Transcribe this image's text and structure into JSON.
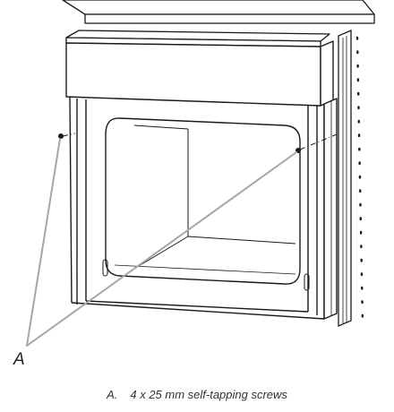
{
  "callout": {
    "letter": "A"
  },
  "legend": {
    "key": "A.",
    "text": "4 x 25 mm self-tapping screws"
  },
  "colors": {
    "outline": "#1a1a1a",
    "leader_line": "#a6a6a6",
    "caption_text": "#333333"
  },
  "icons": {
    "screw": "screw-point-icon"
  }
}
